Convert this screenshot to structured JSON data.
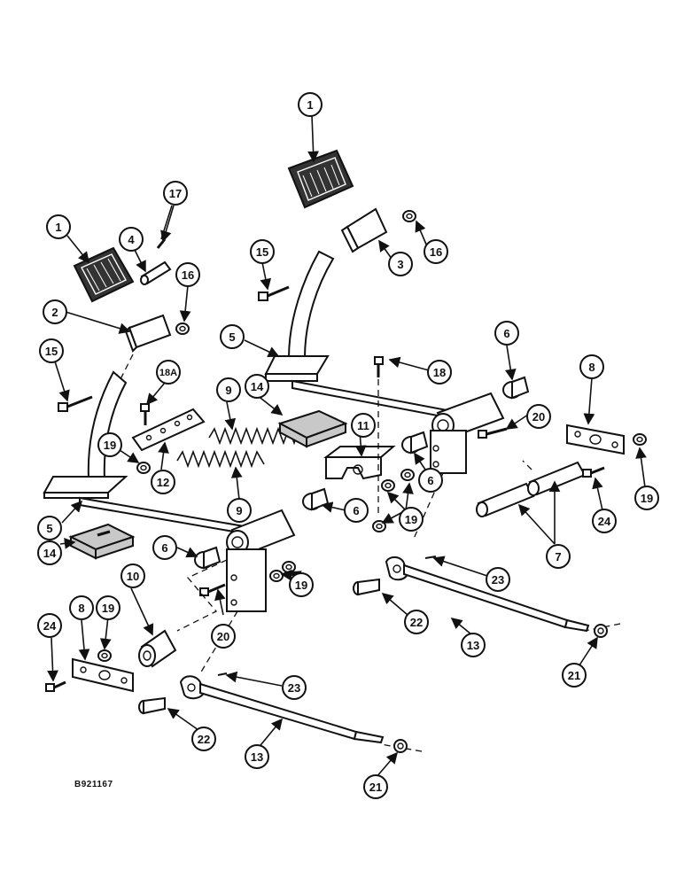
{
  "drawing_id": "B921167",
  "callouts": [
    {
      "id": "c-1a",
      "label": "1"
    },
    {
      "id": "c-1b",
      "label": "1"
    },
    {
      "id": "c-2",
      "label": "2"
    },
    {
      "id": "c-3",
      "label": "3"
    },
    {
      "id": "c-4",
      "label": "4"
    },
    {
      "id": "c-5a",
      "label": "5"
    },
    {
      "id": "c-5b",
      "label": "5"
    },
    {
      "id": "c-6a",
      "label": "6"
    },
    {
      "id": "c-6b",
      "label": "6"
    },
    {
      "id": "c-6c",
      "label": "6"
    },
    {
      "id": "c-6d",
      "label": "6"
    },
    {
      "id": "c-7",
      "label": "7"
    },
    {
      "id": "c-8a",
      "label": "8"
    },
    {
      "id": "c-8b",
      "label": "8"
    },
    {
      "id": "c-9a",
      "label": "9"
    },
    {
      "id": "c-9b",
      "label": "9"
    },
    {
      "id": "c-10",
      "label": "10"
    },
    {
      "id": "c-11",
      "label": "11"
    },
    {
      "id": "c-12",
      "label": "12"
    },
    {
      "id": "c-13a",
      "label": "13"
    },
    {
      "id": "c-13b",
      "label": "13"
    },
    {
      "id": "c-14a",
      "label": "14"
    },
    {
      "id": "c-14b",
      "label": "14"
    },
    {
      "id": "c-15a",
      "label": "15"
    },
    {
      "id": "c-15b",
      "label": "15"
    },
    {
      "id": "c-16a",
      "label": "16"
    },
    {
      "id": "c-16b",
      "label": "16"
    },
    {
      "id": "c-17",
      "label": "17"
    },
    {
      "id": "c-18",
      "label": "18"
    },
    {
      "id": "c-18a",
      "label": "18A"
    },
    {
      "id": "c-19a",
      "label": "19"
    },
    {
      "id": "c-19b",
      "label": "19"
    },
    {
      "id": "c-19c",
      "label": "19"
    },
    {
      "id": "c-19d",
      "label": "19"
    },
    {
      "id": "c-19e",
      "label": "19"
    },
    {
      "id": "c-20a",
      "label": "20"
    },
    {
      "id": "c-20b",
      "label": "20"
    },
    {
      "id": "c-21a",
      "label": "21"
    },
    {
      "id": "c-21b",
      "label": "21"
    },
    {
      "id": "c-22a",
      "label": "22"
    },
    {
      "id": "c-22b",
      "label": "22"
    },
    {
      "id": "c-23a",
      "label": "23"
    },
    {
      "id": "c-23b",
      "label": "23"
    },
    {
      "id": "c-24a",
      "label": "24"
    },
    {
      "id": "c-24b",
      "label": "24"
    }
  ]
}
